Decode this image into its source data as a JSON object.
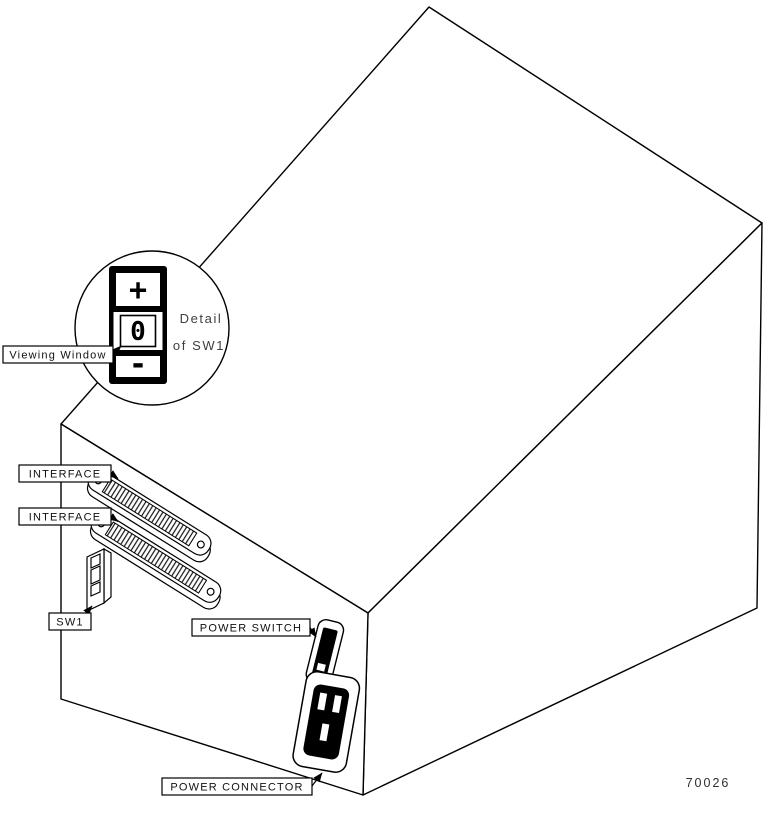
{
  "figure": {
    "number": "70026"
  },
  "detail_callout": {
    "line1": "Detail",
    "line2": "of SW1",
    "switch_plus": "+",
    "switch_zero": "0",
    "switch_minus": "-"
  },
  "labels": {
    "viewing_window": "Viewing Window",
    "interface_top": "INTERFACE",
    "interface_bottom": "INTERFACE",
    "sw1": "SW1",
    "power_switch": "POWER SWITCH",
    "power_connector": "POWER CONNECTOR"
  },
  "colors": {
    "line": "#000000",
    "background": "#ffffff",
    "muted_text": "#3f3f3f"
  }
}
